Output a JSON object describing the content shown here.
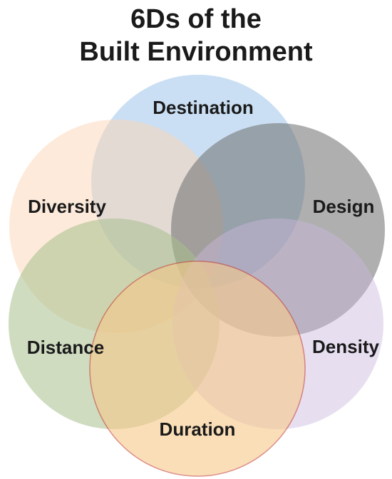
{
  "title": {
    "line1": "6Ds of the",
    "line2": "Built Environment"
  },
  "circles": [
    {
      "label": "Destination",
      "fill": "#a9cbec",
      "stroke": "none"
    },
    {
      "label": "Diversity",
      "fill": "#fbd6b5",
      "stroke": "none"
    },
    {
      "label": "Design",
      "fill": "#6e6e6e",
      "stroke": "none"
    },
    {
      "label": "Distance",
      "fill": "#a8c08c",
      "stroke": "none"
    },
    {
      "label": "Density",
      "fill": "#c9b8dd",
      "stroke": "none"
    },
    {
      "label": "Duration",
      "fill": "#f7c98a",
      "stroke": "#c8463a"
    }
  ]
}
